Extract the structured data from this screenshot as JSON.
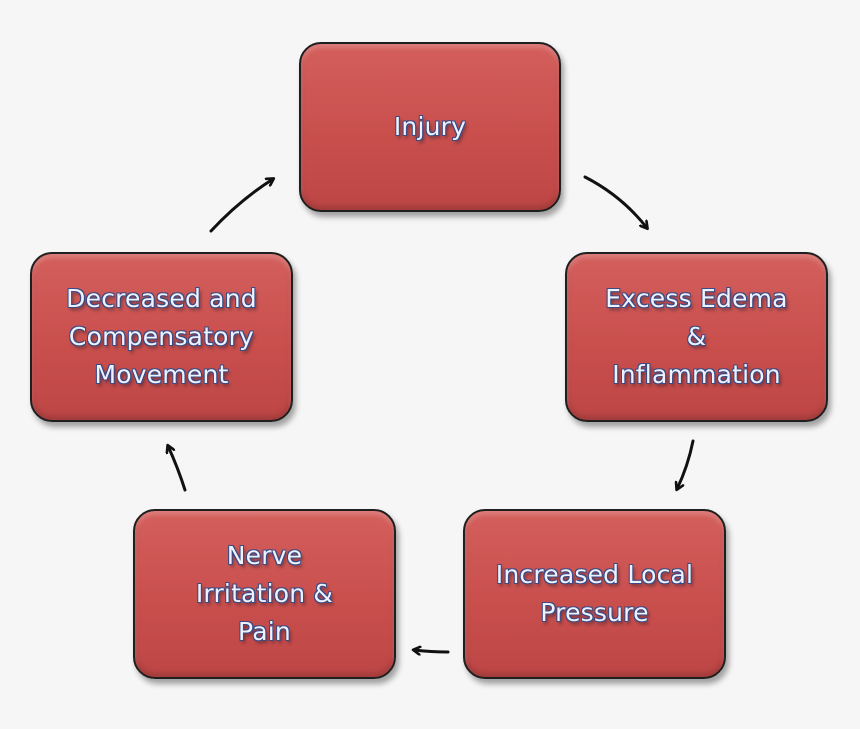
{
  "cycle_nodes": [
    {
      "id": "injury",
      "label": "Injury"
    },
    {
      "id": "edema",
      "label": "Excess Edema\n&\nInflammation"
    },
    {
      "id": "pressure",
      "label": "Increased Local\nPressure"
    },
    {
      "id": "nerve",
      "label": "Nerve\nIrritation &\nPain"
    },
    {
      "id": "movement",
      "label": "Decreased and\nCompensatory\nMovement"
    }
  ],
  "edges": [
    {
      "from": "injury",
      "to": "edema"
    },
    {
      "from": "edema",
      "to": "pressure"
    },
    {
      "from": "pressure",
      "to": "nerve"
    },
    {
      "from": "nerve",
      "to": "movement"
    },
    {
      "from": "movement",
      "to": "injury"
    }
  ],
  "colors": {
    "box_fill": "#cd5654",
    "box_border": "#1f1f1f",
    "text": "#eef2ff",
    "text_outline": "#3b4a82",
    "arrow": "#111111",
    "background": "#f6f6f6"
  }
}
